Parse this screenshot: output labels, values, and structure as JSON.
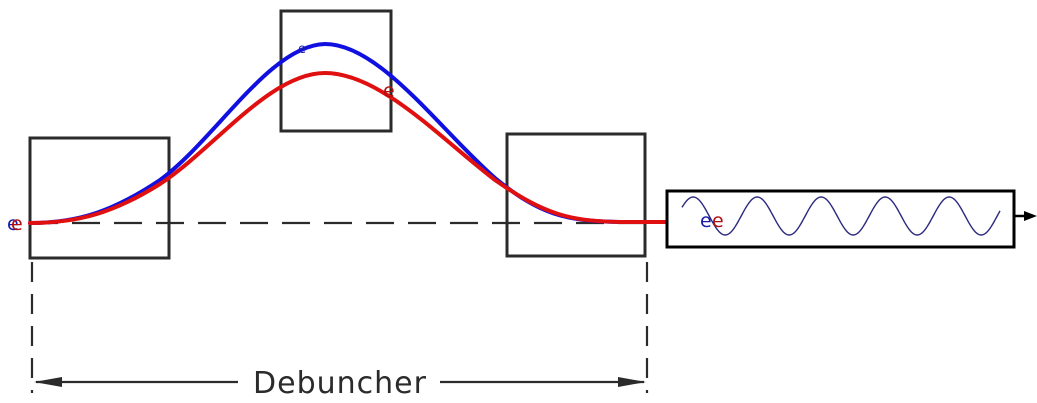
{
  "diagram": {
    "label": "Debuncher",
    "electron_symbol": "e",
    "colors": {
      "blue_trajectory": "#1010e0",
      "red_trajectory": "#e01010",
      "blue_electron": "#1a1aa8",
      "red_electron": "#b01010",
      "wave": "#2a2a80",
      "lines": "#2b2b2b"
    },
    "labels": {
      "entry_blue": "e",
      "entry_red": "e",
      "peak_blue": "e",
      "peak_red": "e",
      "exit_blue": "e",
      "exit_red": "e"
    }
  }
}
